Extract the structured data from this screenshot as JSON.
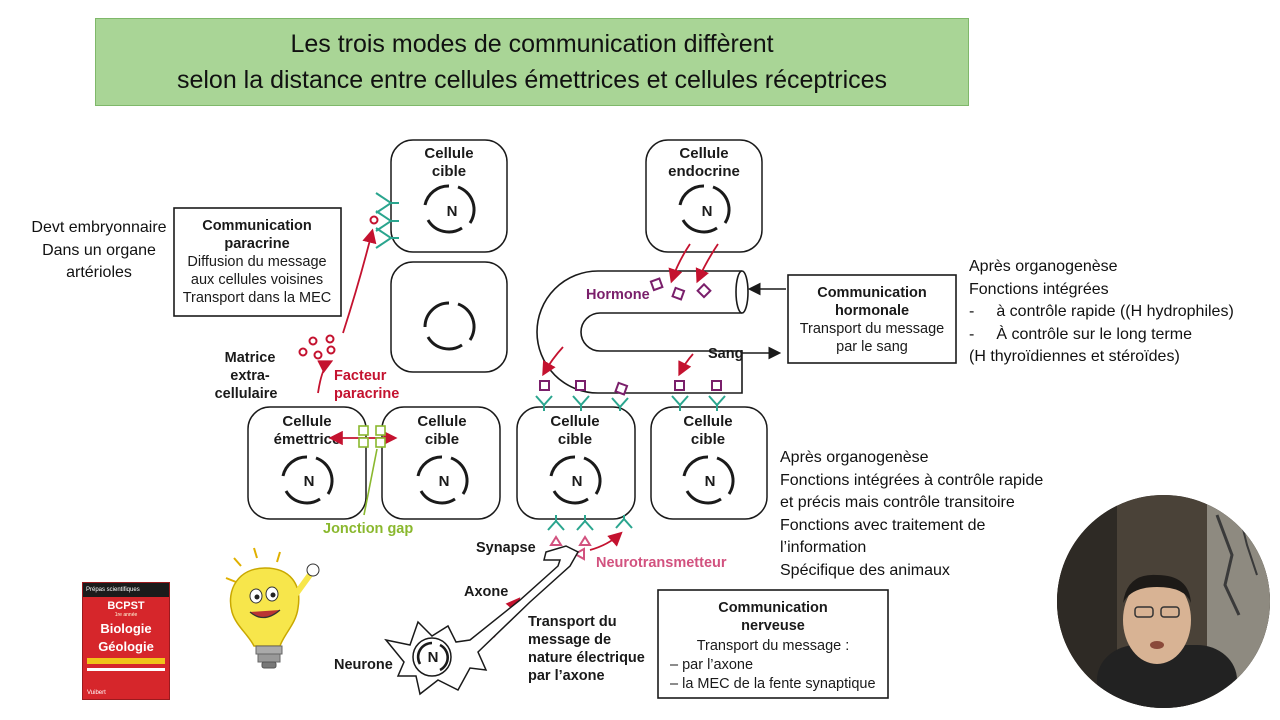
{
  "title": {
    "line1": "Les trois modes de communication diffèrent",
    "line2": "selon la distance entre cellules émettrices et cellules réceptrices"
  },
  "left_notes": [
    "Devt embryonnaire",
    "Dans un organe",
    "artérioles"
  ],
  "right_top_notes": {
    "line1": "Après organogenèse",
    "line2": "Fonctions intégrées",
    "bullet1": "à contrôle rapide ((H hydrophiles)",
    "bullet2": "À contrôle sur le long terme",
    "line5": "(H thyroïdiennes et stéroïdes)",
    "bullet_dash": "-"
  },
  "right_mid_notes": [
    "Après organogenèse",
    "Fonctions intégrées à contrôle rapide",
    "et précis mais contrôle transitoire",
    "Fonctions avec traitement de",
    "l’information",
    "Spécifique des animaux"
  ],
  "diagram": {
    "cells": {
      "cible_top": [
        "Cellule",
        "cible"
      ],
      "endocrine": [
        "Cellule",
        "endocrine"
      ],
      "emettrice": [
        "Cellule",
        "émettrice"
      ],
      "cible_paracrine": [
        "Cellule",
        "cible"
      ],
      "cible_synapse": [
        "Cellule",
        "cible"
      ],
      "cible_hormone": [
        "Cellule",
        "cible"
      ]
    },
    "nucleus": "N",
    "box_paracrine": {
      "title": [
        "Communication",
        "paracrine"
      ],
      "lines": [
        "Diffusion du message",
        "aux cellules voisines",
        "Transport dans la MEC"
      ]
    },
    "box_hormonale": {
      "title": [
        "Communication",
        "hormonale"
      ],
      "lines": [
        "Transport du message",
        "par le sang"
      ]
    },
    "box_nerveuse": {
      "title": [
        "Communication",
        "nerveuse"
      ],
      "lines": [
        "Transport du message :",
        "– par l’axone",
        "– la MEC de la fente synaptique"
      ]
    },
    "labels": {
      "hormone": "Hormone",
      "sang": "Sang",
      "matrice": [
        "Matrice",
        "extra-",
        "cellulaire"
      ],
      "facteur": [
        "Facteur",
        "paracrine"
      ],
      "jonction": "Jonction gap",
      "synapse": "Synapse",
      "neurotransmetteur": "Neurotransmetteur",
      "axone": "Axone",
      "neurone": "Neurone",
      "transport": [
        "Transport du",
        "message de",
        "nature électrique",
        "par l’axone"
      ]
    }
  },
  "book": {
    "top": "Prépas scientifiques",
    "series": "BCPST",
    "sub": "1re année",
    "title": [
      "Biologie",
      "Géologie"
    ],
    "pub": "Vuibert"
  },
  "colors": {
    "banner": "#a9d596",
    "red": "#c4122f",
    "receptor": "#2aa58e",
    "hormone": "#7a1f6b",
    "neurotransmitter": "#d2527f",
    "gap": "#8ab82e"
  }
}
